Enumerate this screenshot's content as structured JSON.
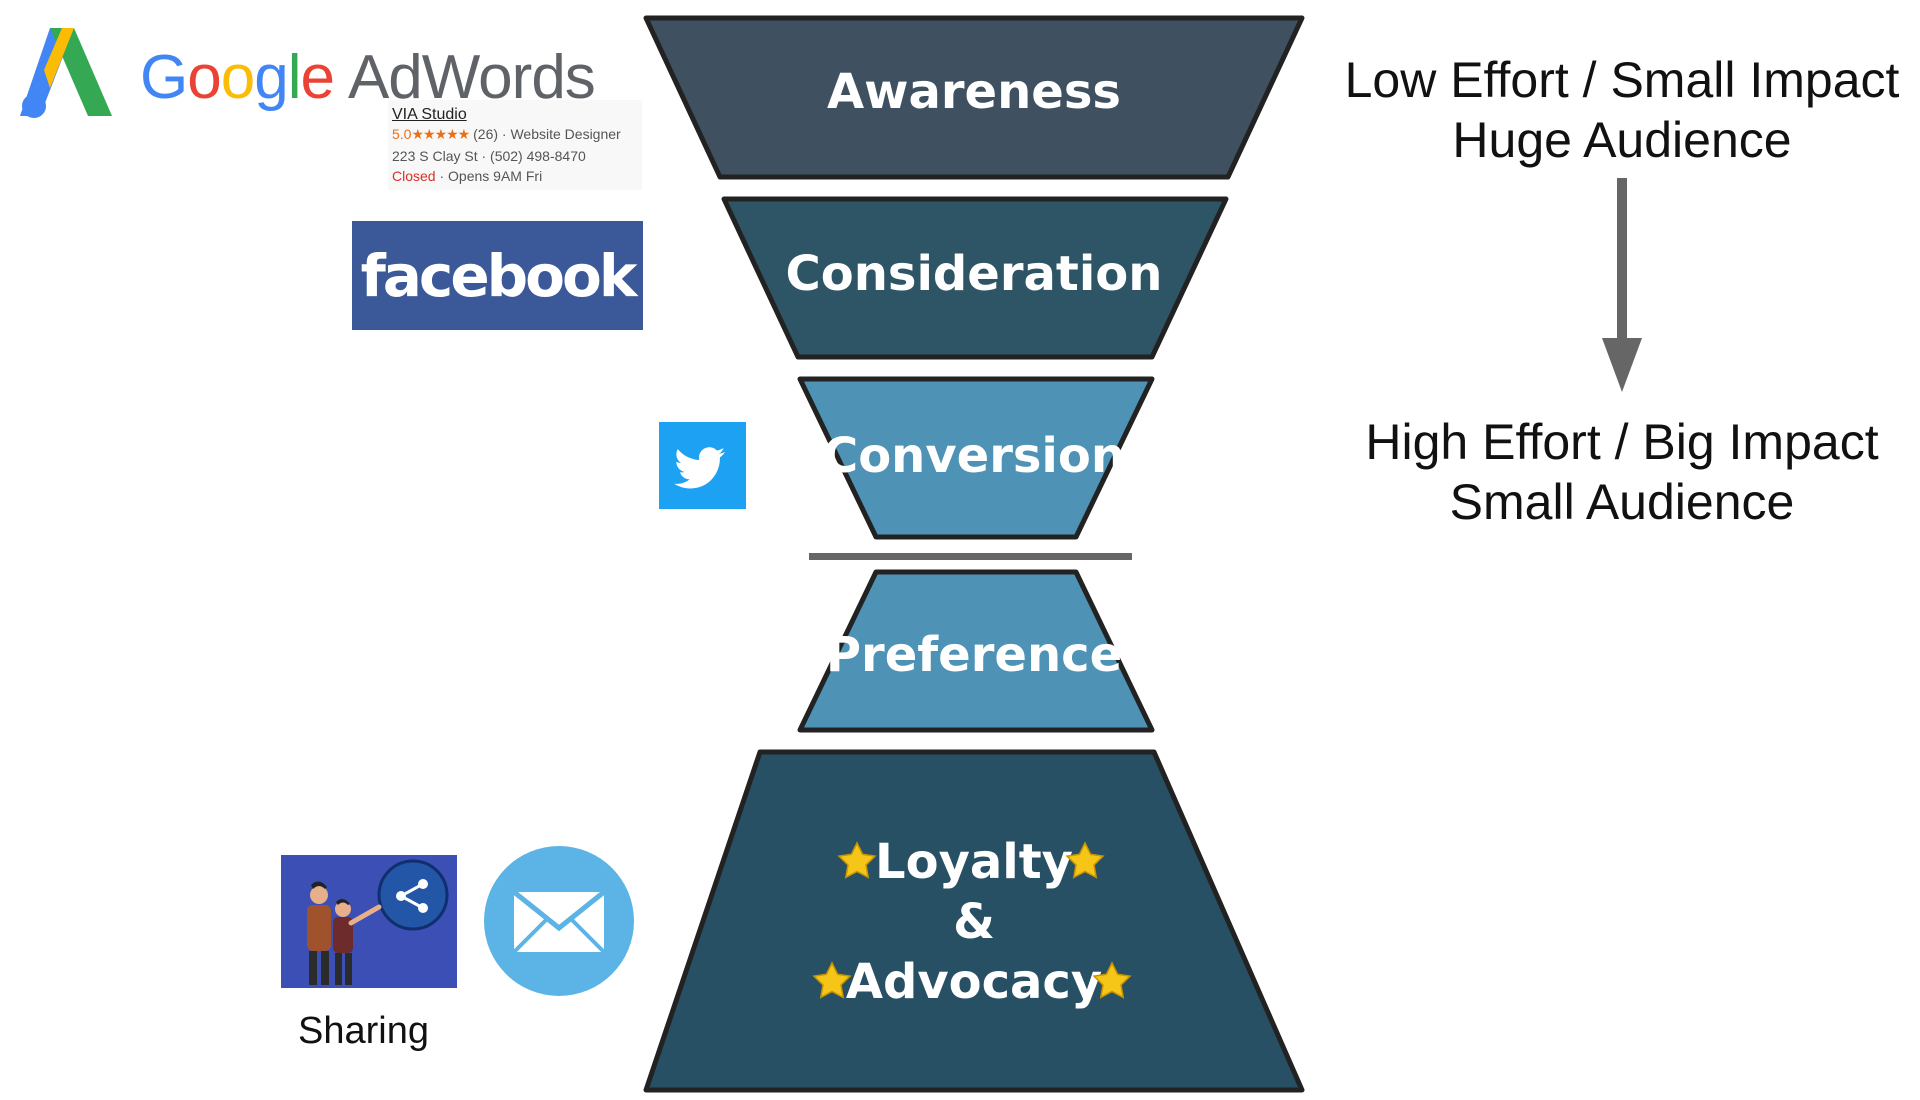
{
  "funnel": {
    "stages": [
      {
        "label": "Awareness",
        "color": "#3f5161"
      },
      {
        "label": "Consideration",
        "color": "#2e5566"
      },
      {
        "label": "Conversion",
        "color": "#4e93b5"
      },
      {
        "label": "Preference",
        "color": "#4e93b5"
      },
      {
        "label": "Loyalty",
        "label2": "&",
        "label3": "Advocacy",
        "color": "#285064"
      }
    ],
    "divider_color": "#666666",
    "outline_color": "#222222",
    "star_color": "#f5c518"
  },
  "logos": {
    "google_letters": [
      "G",
      "o",
      "o",
      "g",
      "l",
      "e"
    ],
    "adwords": "AdWords",
    "facebook": "facebook"
  },
  "listing": {
    "name": "VIA Studio",
    "rating": "5.0",
    "stars": "★★★★★",
    "reviews": "(26) · Website Designer",
    "address": "223 S Clay St · (502) 498-8470",
    "closed": "Closed",
    "opens": " · Opens 9AM Fri"
  },
  "sharing_label": "Sharing",
  "effort": {
    "top_line1": "Low Effort / Small Impact",
    "top_line2": "Huge Audience",
    "bottom_line1": "High Effort / Big Impact",
    "bottom_line2": "Small Audience",
    "arrow_color": "#666666"
  }
}
